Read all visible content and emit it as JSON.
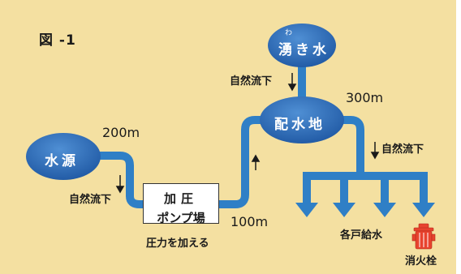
{
  "figure_label": "図 -1",
  "nodes": {
    "spring_water": {
      "label": "湧き水",
      "ruby": "わ"
    },
    "distribution_reservoir": {
      "label": "配水地"
    },
    "water_source": {
      "label": "水源"
    },
    "pump_station": {
      "label_line1": "加圧",
      "label_line2": "ポンプ場"
    },
    "hydrant": {
      "label": "消火栓"
    }
  },
  "elevations": {
    "reservoir": "300m",
    "source": "200m",
    "pump": "100m"
  },
  "flow_labels": {
    "spring_to_reservoir": "自然流下",
    "reservoir_to_homes": "自然流下",
    "source_to_pump": "自然流下"
  },
  "annotations": {
    "pressurize": "圧力を加える",
    "household_supply": "各戸給水"
  },
  "colors": {
    "background": "#f4e0a1",
    "water_blue": "#2f7fc6",
    "node_blue": "#2563ad",
    "hydrant_red": "#e8432e"
  }
}
